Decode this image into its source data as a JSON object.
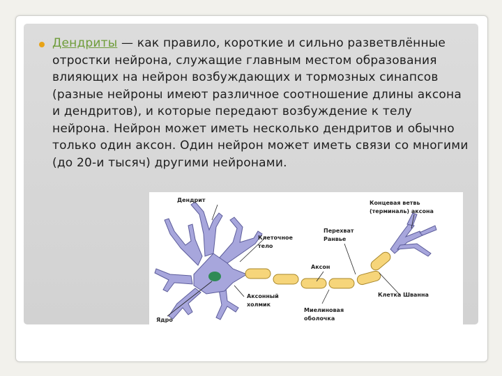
{
  "slide": {
    "keyword": "Дендриты",
    "paragraph": " — как правило, короткие и сильно разветвлённые отростки нейрона, служащие главным местом образования влияющих на нейрон возбуждающих и тормозных синапсов (разные нейроны имеют различное соотношение длины аксона и дендритов), и которые передают возбуждение к телу нейрона. Нейрон может иметь несколько дендритов и обычно только один аксон. Один нейрон может иметь связи со многими (до 20-и тысяч) другими нейронами."
  },
  "diagram": {
    "labels": {
      "dendrite": "Дендрит",
      "terminal_1": "Концевая ветвь",
      "terminal_2": "(терминаль) аксона",
      "cell_body_1": "Клеточное",
      "cell_body_2": "тело",
      "ranvier_1": "Перехват",
      "ranvier_2": "Ранвье",
      "axon": "Аксон",
      "hillock_1": "Аксонный",
      "hillock_2": "холмик",
      "schwann": "Клетка Шванна",
      "myelin_1": "Миелиновая",
      "myelin_2": "оболочка",
      "nucleus": "Ядро"
    },
    "colors": {
      "neuron": "#a7a6dc",
      "neuron_outline": "#5c5c9a",
      "myelin": "#f6d57a",
      "nucleus": "#2f8a55"
    }
  }
}
